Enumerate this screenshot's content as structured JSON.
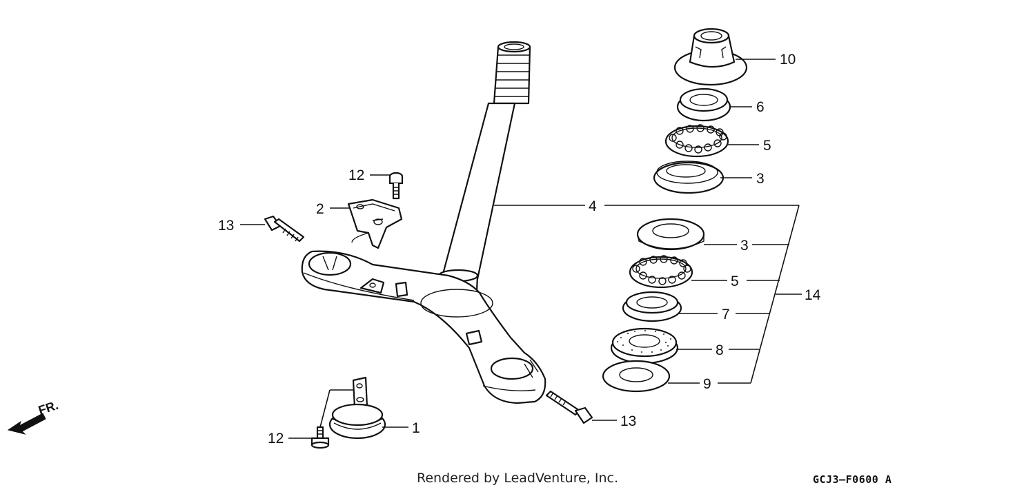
{
  "callouts": {
    "c10": "10",
    "c6": "6",
    "c5_upper": "5",
    "c3_upper": "3",
    "c4": "4",
    "c3_lower": "3",
    "c5_lower": "5",
    "c14": "14",
    "c7": "7",
    "c8": "8",
    "c9": "9",
    "c12_upper": "12",
    "c2": "2",
    "c13_left": "13",
    "c13_right": "13",
    "c1": "1",
    "c12_lower": "12"
  },
  "direction_label": "FR.",
  "footer_text": "Rendered by LeadVenture, Inc.",
  "diagram_code": "GCJ3–F0600",
  "diagram_code_suffix": "A"
}
